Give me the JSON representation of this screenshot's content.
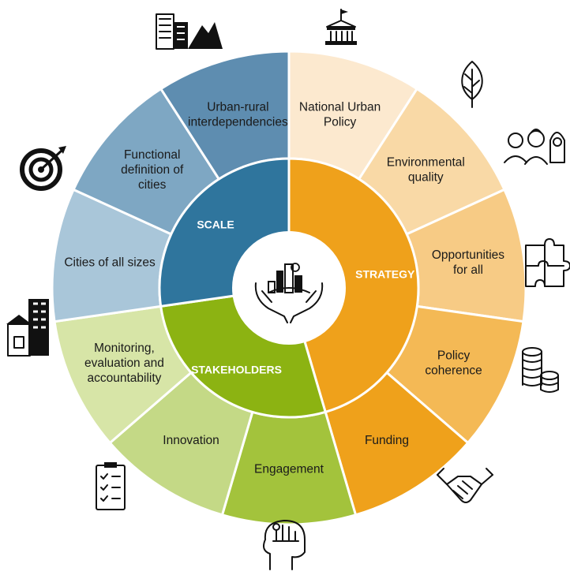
{
  "diagram": {
    "groups": [
      {
        "label": "STRATEGY",
        "color": "#EFA11B",
        "segments": [
          {
            "lines": [
              "National Urban",
              "Policy"
            ],
            "color": "#FCE9CF"
          },
          {
            "lines": [
              "Environmental",
              "quality"
            ],
            "color": "#F9D9A6"
          },
          {
            "lines": [
              "Opportunities",
              "for all"
            ],
            "color": "#F7CB85"
          },
          {
            "lines": [
              "Policy",
              "coherence"
            ],
            "color": "#F4B955"
          },
          {
            "lines": [
              "Funding"
            ],
            "color": "#EFA11B"
          }
        ]
      },
      {
        "label": "STAKEHOLDERS",
        "color": "#8CB312",
        "segments": [
          {
            "lines": [
              "Engagement"
            ],
            "color": "#A3C33C"
          },
          {
            "lines": [
              "Innovation"
            ],
            "color": "#C4D986"
          },
          {
            "lines": [
              "Monitoring,",
              "evaluation and",
              "accountability"
            ],
            "color": "#D7E5A7"
          }
        ]
      },
      {
        "label": "SCALE",
        "color": "#2F759D",
        "segments": [
          {
            "lines": [
              "Cities of all sizes"
            ],
            "color": "#A9C6D9"
          },
          {
            "lines": [
              "Functional",
              "definition of",
              "cities"
            ],
            "color": "#7EA7C3"
          },
          {
            "lines": [
              "Urban-rural",
              "interdependencies"
            ],
            "color": "#5E8DB0"
          }
        ]
      }
    ],
    "icons": [
      "capitol-building-icon",
      "leaf-icon",
      "people-group-icon",
      "puzzle-icon",
      "coin-stack-icon",
      "handshake-icon",
      "head-ideas-icon",
      "clipboard-checklist-icon",
      "city-buildings-icon",
      "target-icon",
      "city-skyline-mountain-icon"
    ]
  }
}
